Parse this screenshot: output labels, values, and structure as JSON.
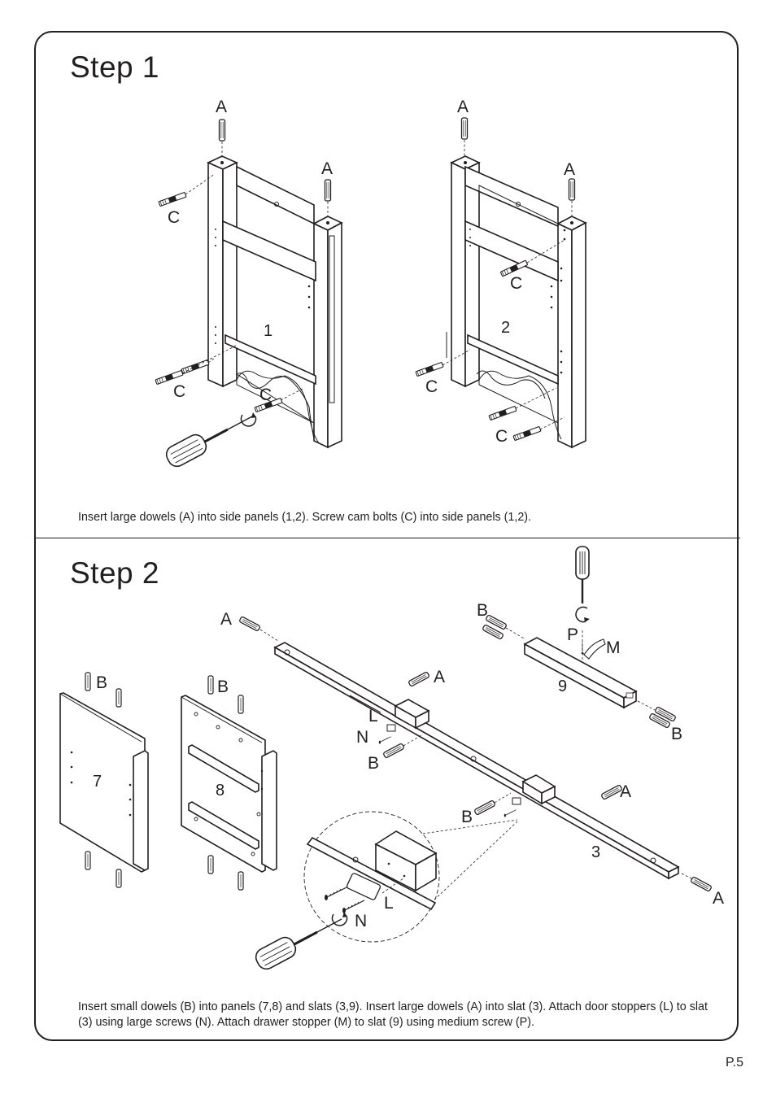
{
  "step1": {
    "title": "Step  1",
    "caption": "Insert large dowels (A) into side panels (1,2). Screw cam bolts (C) into side panels (1,2).",
    "labels": {
      "panel1": "1",
      "panel2": "2",
      "dowel": "A",
      "cam_bolt": "C"
    }
  },
  "step2": {
    "title": "Step  2",
    "caption": "Insert small dowels (B) into panels (7,8) and slats (3,9).  Insert large dowels (A) into slat (3). Attach door stoppers (L) to slat (3) using large screws (N). Attach drawer stopper (M) to slat (9) using medium screw (P).",
    "labels": {
      "panel7": "7",
      "panel8": "8",
      "slat3": "3",
      "slat9": "9",
      "large_dowel": "A",
      "small_dowel": "B",
      "door_stopper": "L",
      "large_screw": "N",
      "drawer_stopper": "M",
      "medium_screw": "P"
    }
  },
  "footer": {
    "page_number": "P.5"
  },
  "colors": {
    "line": "#231f20",
    "background": "#ffffff"
  }
}
